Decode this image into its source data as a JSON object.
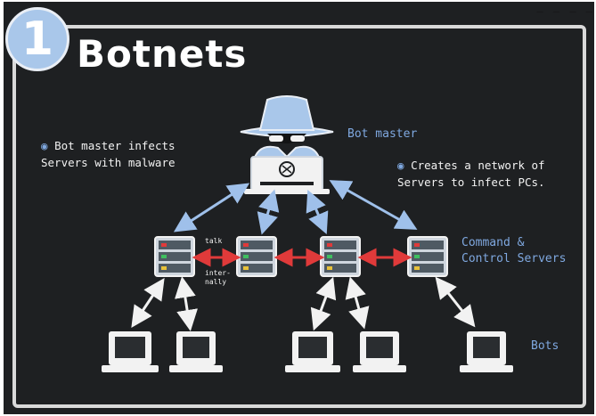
{
  "slide": {
    "number": "1",
    "title": "Botnets"
  },
  "labels": {
    "bot_master": "Bot master",
    "note_left_line1": "Bot master infects",
    "note_left_line2": "Servers with malware",
    "note_right_line1": "Creates a network of",
    "note_right_line2": "Servers to infect PCs.",
    "cc_line1": "Command &",
    "cc_line2": "Control Servers",
    "talk_line1": "talk",
    "talk_line2": "inter-",
    "talk_line3": "nally",
    "bots": "Bots"
  },
  "colors": {
    "board": "#1e2022",
    "accent_blue": "#7fa8e0",
    "arrow_red": "#e03a3a",
    "chalk_white": "#f2f2f2",
    "badge": "#a9c7ea"
  },
  "icons": {
    "master": "hacker-icon",
    "server": "server-icon",
    "bot": "computer-icon"
  }
}
